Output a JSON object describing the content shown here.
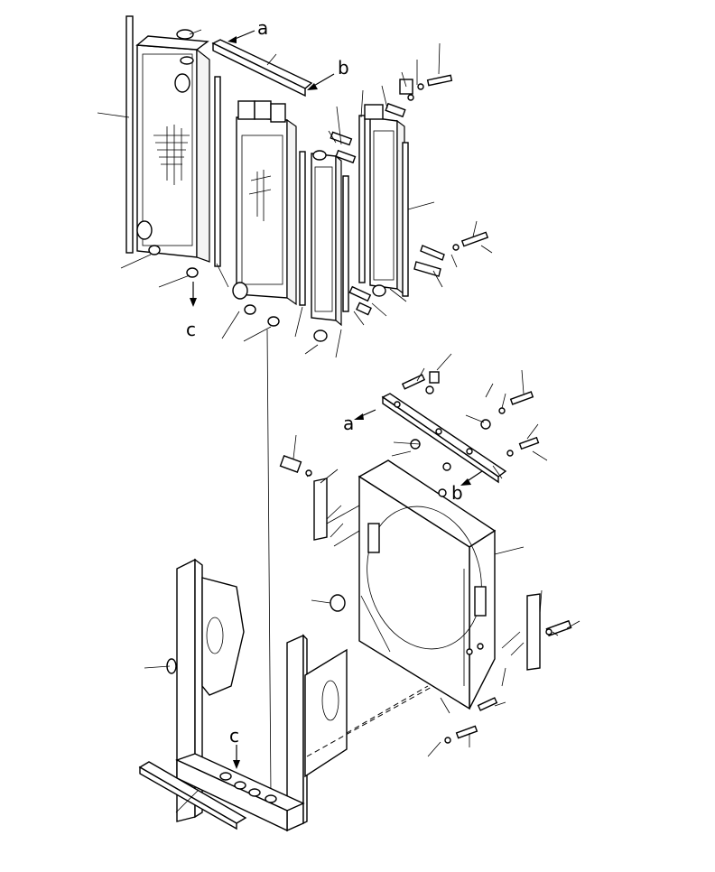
{
  "diagram": {
    "callouts": {
      "a_top": "a",
      "b_top": "b",
      "c_top": "c",
      "a_mid": "a",
      "b_mid": "b",
      "c_bottom": "c"
    }
  }
}
